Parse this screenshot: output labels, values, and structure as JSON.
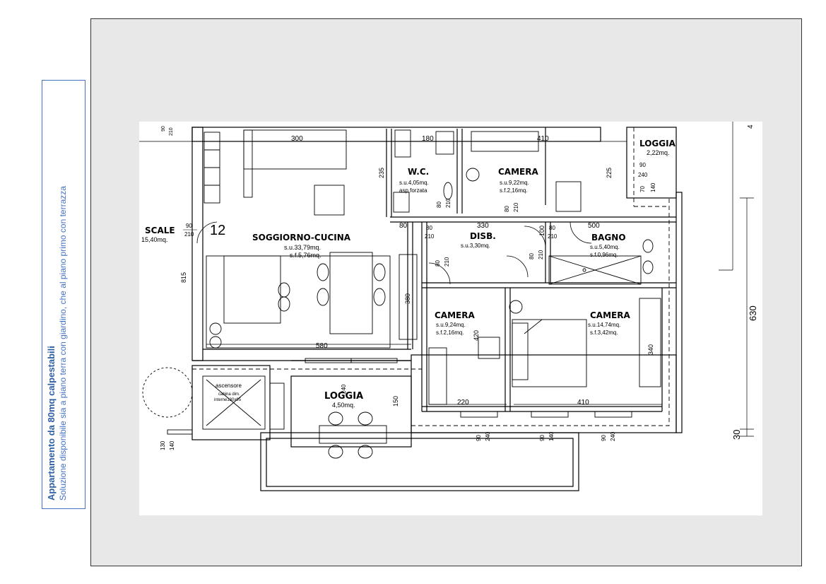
{
  "sidebar": {
    "title": "Appartamento da 80mq calpestabili",
    "subtitle": "Soluzione disponibile sia a piano terra con giardino, che al piano primo con terrazza"
  },
  "rooms": {
    "loggia_top": {
      "name": "LOGGIA",
      "area": "2,22mq."
    },
    "scale": {
      "name": "SCALE",
      "area": "15,40mq."
    },
    "unit_number": "12",
    "soggiorno": {
      "name": "SOGGIORNO-CUCINA",
      "su": "s.u.33,79mq.",
      "sf": "s.f.5,76mq."
    },
    "wc": {
      "name": "W.C.",
      "su": "s.u.4,05mq.",
      "extra": "asp.forzata"
    },
    "camera_top": {
      "name": "CAMERA",
      "su": "s.u.9,22mq.",
      "sf": "s.f.2,16mq."
    },
    "disb": {
      "name": "DISB.",
      "su": "s.u.3,30mq."
    },
    "bagno": {
      "name": "BAGNO",
      "su": "s.u.5,40mq.",
      "sf": "s.f.0,96mq."
    },
    "camera_mid": {
      "name": "CAMERA",
      "su": "s.u.9,24mq.",
      "sf": "s.f.2,16mq."
    },
    "camera_big": {
      "name": "CAMERA",
      "su": "s.u.14,74mq.",
      "sf": "s.f.3,42mq."
    },
    "loggia_bottom": {
      "name": "LOGGIA",
      "area": "4,50mq."
    },
    "ascensore": {
      "name": "ascensore",
      "line1": "cabina dim.",
      "line2": "interne130x95"
    }
  },
  "dimensions": {
    "d300": "300",
    "d180": "180",
    "d410a": "410",
    "d225": "225",
    "d235": "235",
    "d330": "330",
    "d815": "815",
    "d380": "380",
    "d580": "580",
    "d420": "420",
    "d340": "340",
    "d220": "220",
    "d410b": "410",
    "d150": "150",
    "d630": "630",
    "d30": "30",
    "d80": "80",
    "d100": "100",
    "d500": "500",
    "d4": "4",
    "doors": {
      "d90_210": "90",
      "d210": "210",
      "d80": "80",
      "d90": "90",
      "d240": "240",
      "d70": "70",
      "d140": "140",
      "d130": "130"
    }
  }
}
